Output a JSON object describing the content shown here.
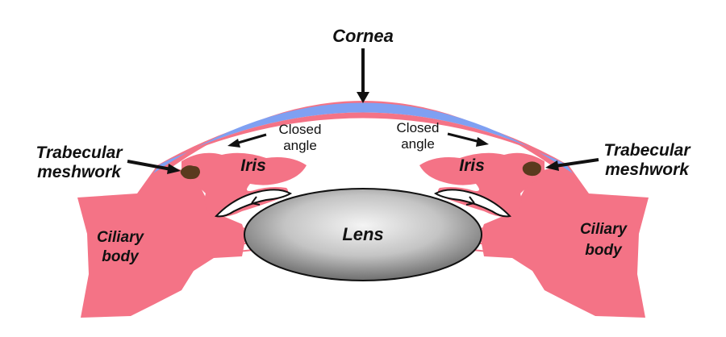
{
  "labels": {
    "cornea": "Cornea",
    "closed_angle_left_1": "Closed",
    "closed_angle_left_2": "angle",
    "closed_angle_right_1": "Closed",
    "closed_angle_right_2": "angle",
    "trabecular_left_1": "Trabecular",
    "trabecular_left_2": "meshwork",
    "trabecular_right_1": "Trabecular",
    "trabecular_right_2": "meshwork",
    "iris_left": "Iris",
    "iris_right": "Iris",
    "lens": "Lens",
    "ciliary_left_1": "Ciliary",
    "ciliary_left_2": "body",
    "ciliary_right_1": "Ciliary",
    "ciliary_right_2": "body"
  },
  "colors": {
    "tissue": "#f47386",
    "cornea_inner": "#7fa0f2",
    "meshwork": "#5a3a1e",
    "lens_light": "#f2f2f2",
    "lens_dark": "#6e6e6e",
    "outline": "#111111"
  }
}
